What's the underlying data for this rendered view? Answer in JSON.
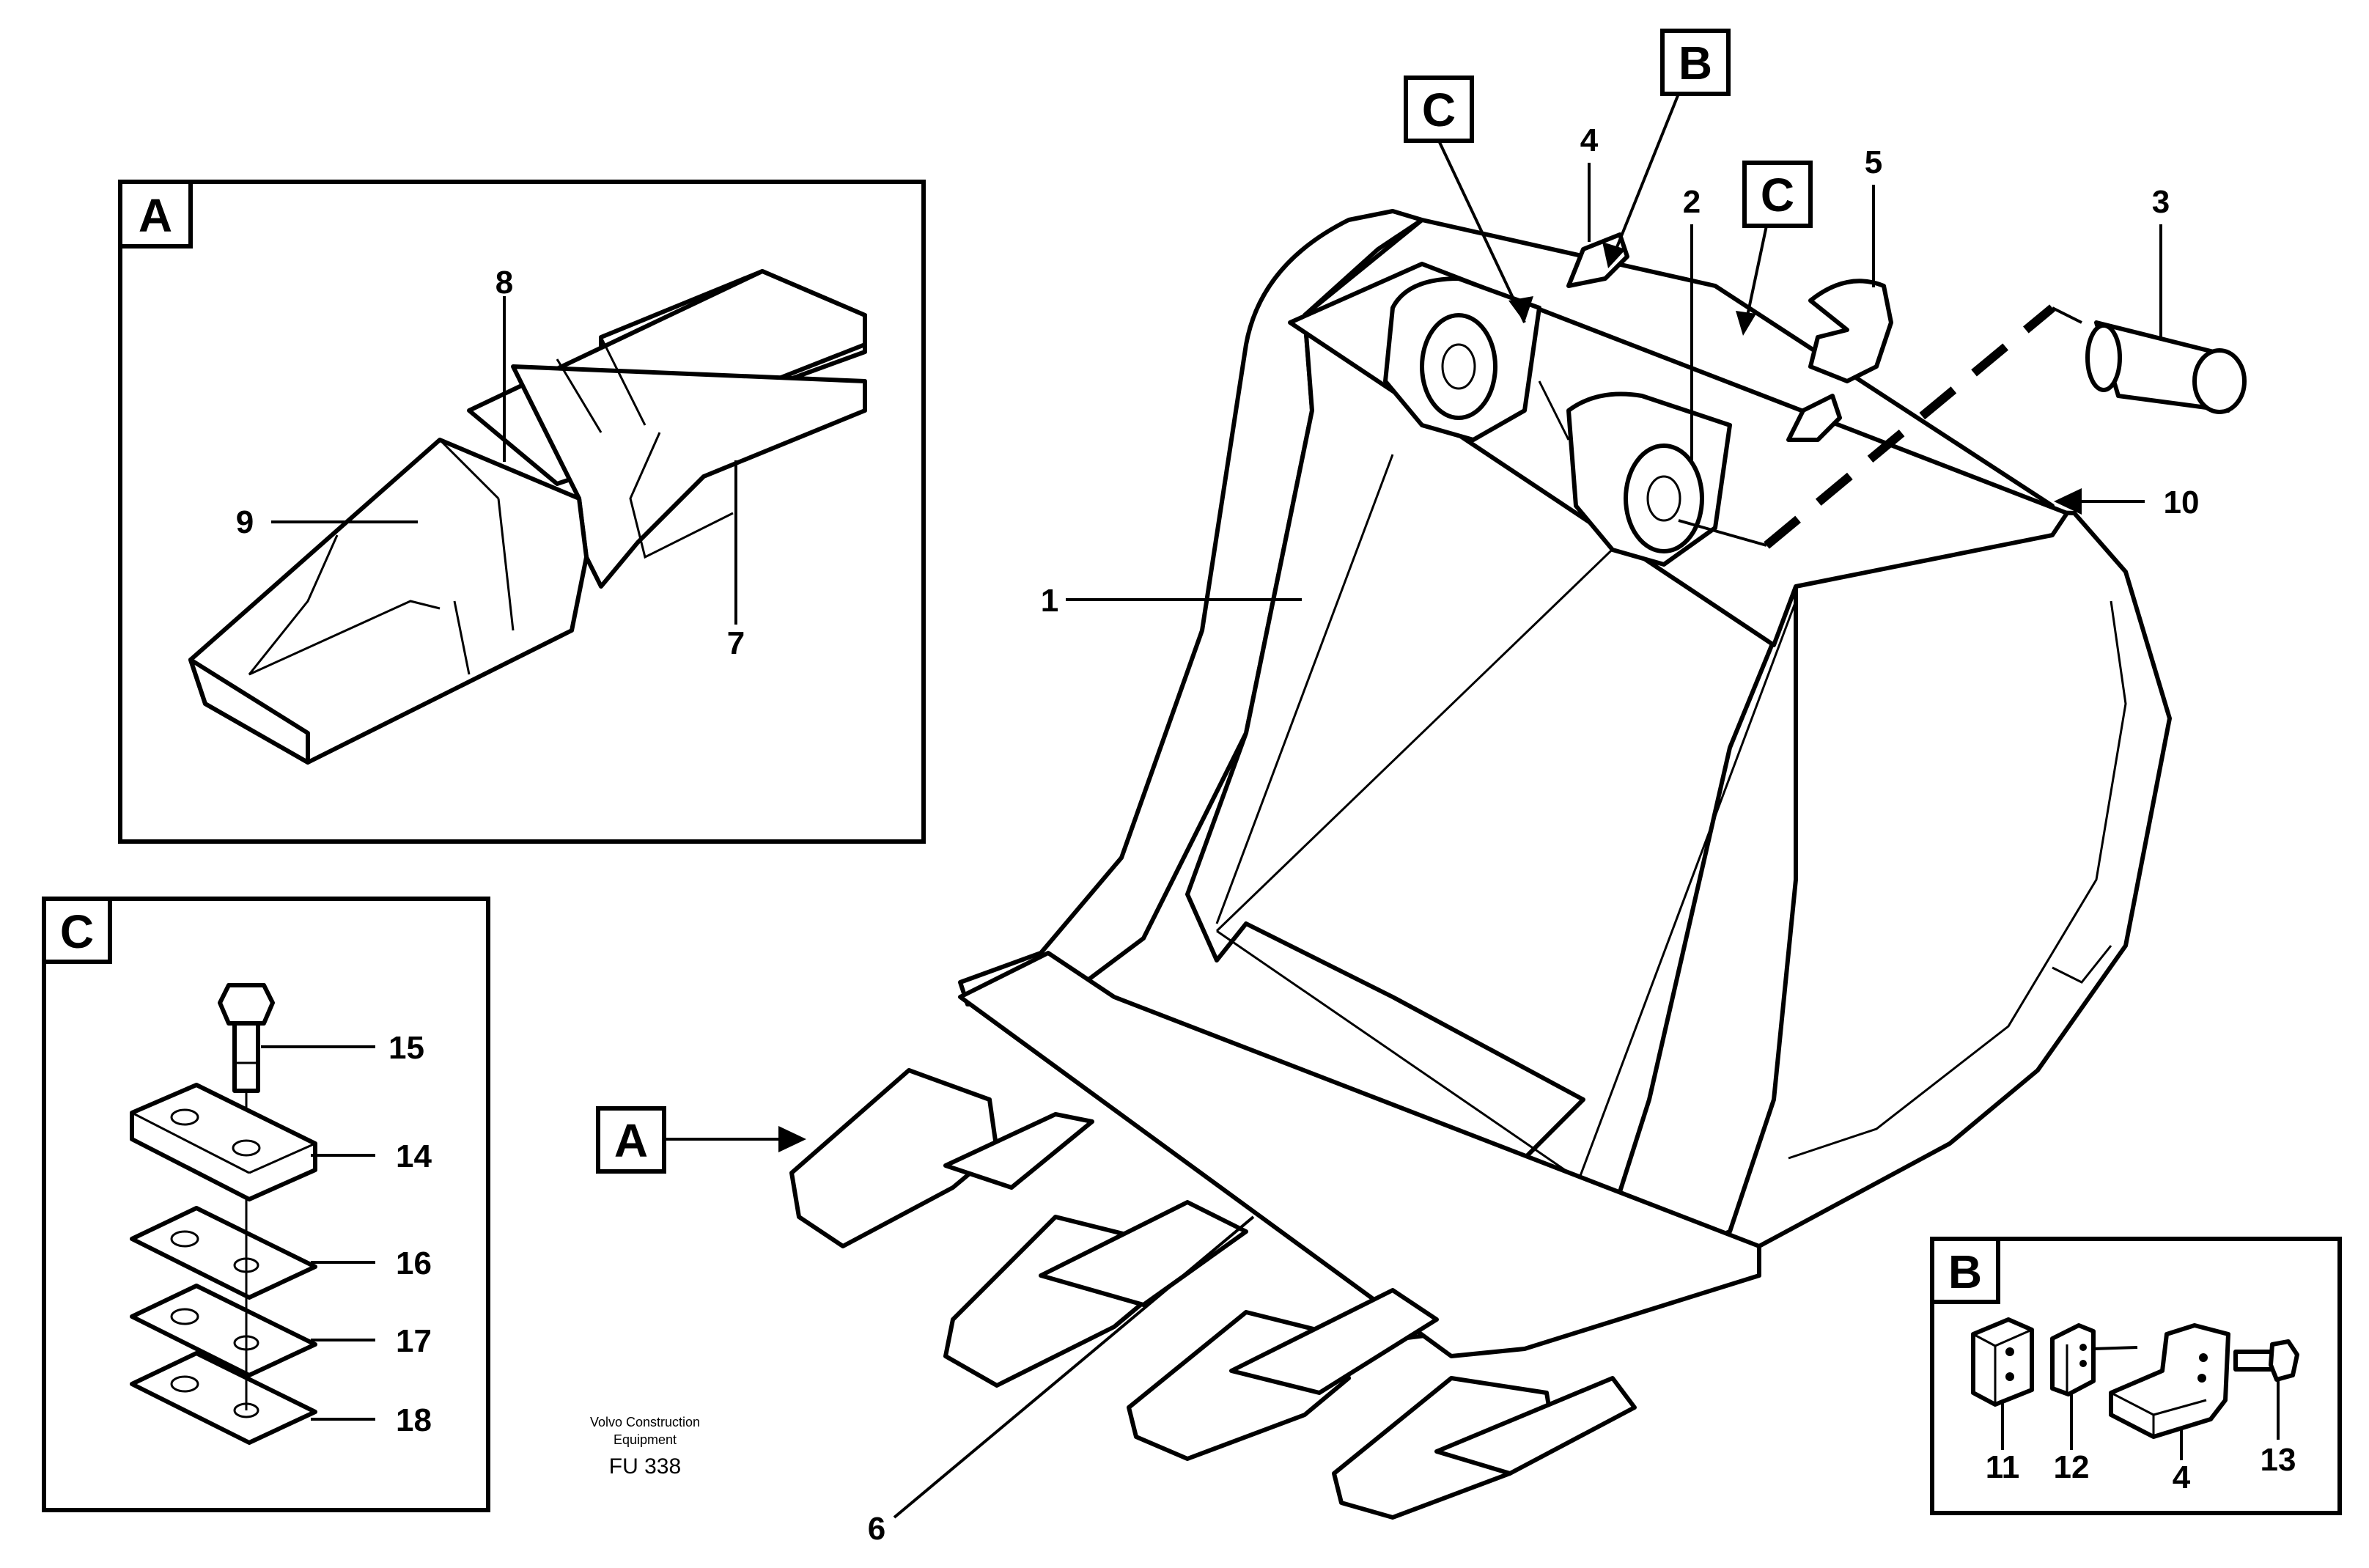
{
  "diagram": {
    "callouts": {
      "n1": "1",
      "n2": "2",
      "n3": "3",
      "n4": "4",
      "n5": "5",
      "n6": "6",
      "n7": "7",
      "n8": "8",
      "n9": "9",
      "n10": "10",
      "n11": "11",
      "n12": "12",
      "n13": "13",
      "n14": "14",
      "n15": "15",
      "n16": "16",
      "n17": "17",
      "n18": "18",
      "n4b": "4"
    },
    "tags": {
      "a_main": "A",
      "b_main": "B",
      "c_main_left": "C",
      "c_main_right": "C",
      "a_panel": "A",
      "b_panel": "B",
      "c_panel": "C"
    },
    "caption": {
      "line1": "Volvo Construction",
      "line2": "Equipment",
      "code": "FU 338"
    }
  }
}
